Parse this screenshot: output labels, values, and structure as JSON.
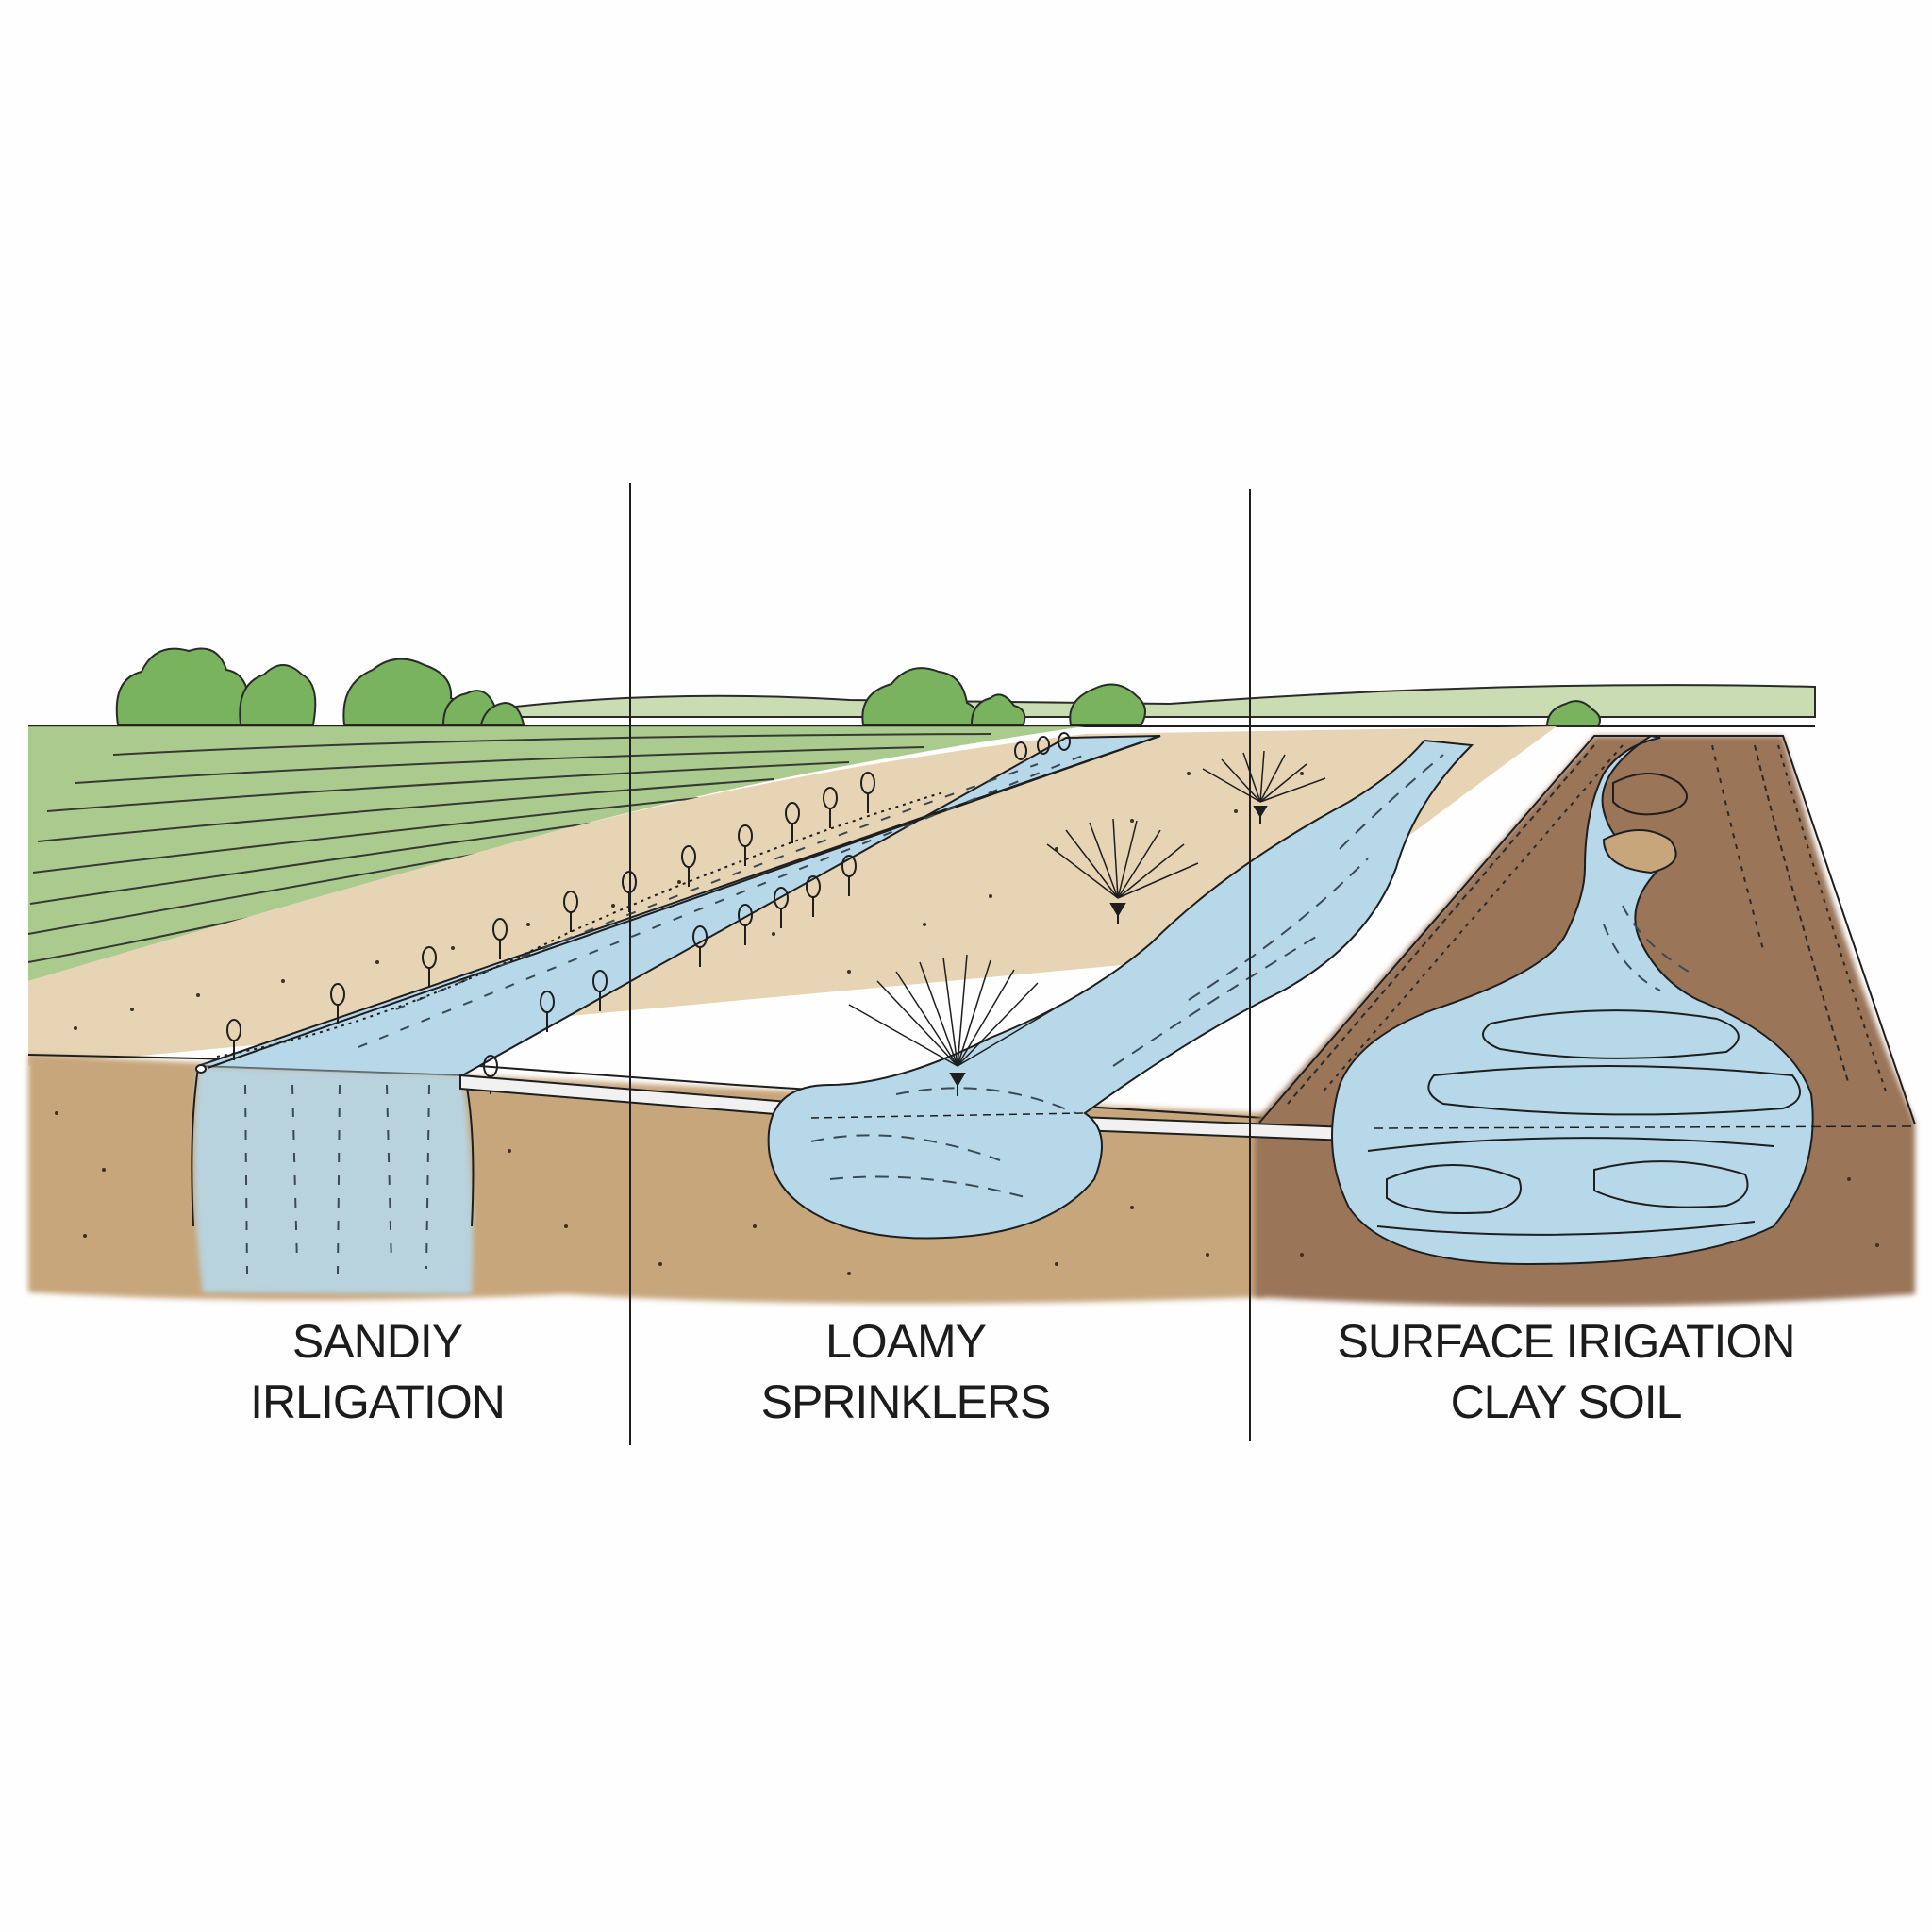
{
  "panels": [
    {
      "id": "sandy",
      "lines": [
        "SANDIY",
        "IRLIGATION"
      ]
    },
    {
      "id": "loamy",
      "lines": [
        "LOAMY",
        "SPRINKLERS"
      ]
    },
    {
      "id": "clay",
      "lines": [
        "SURFACE IRIGATION",
        "CLAY SOIL"
      ]
    }
  ],
  "colors": {
    "grass": "#9cc27a",
    "tree": "#7ab35e",
    "sandy_surface": "#e6d4b4",
    "soil": "#c7a67c",
    "clay_soil": "#9a7458",
    "water": "#b7d8e8",
    "ink": "#1e1e1e"
  },
  "icons": [
    "tree-icon",
    "sprinkler-icon",
    "pipe-icon",
    "emitter-icon",
    "crop-row-icon"
  ]
}
